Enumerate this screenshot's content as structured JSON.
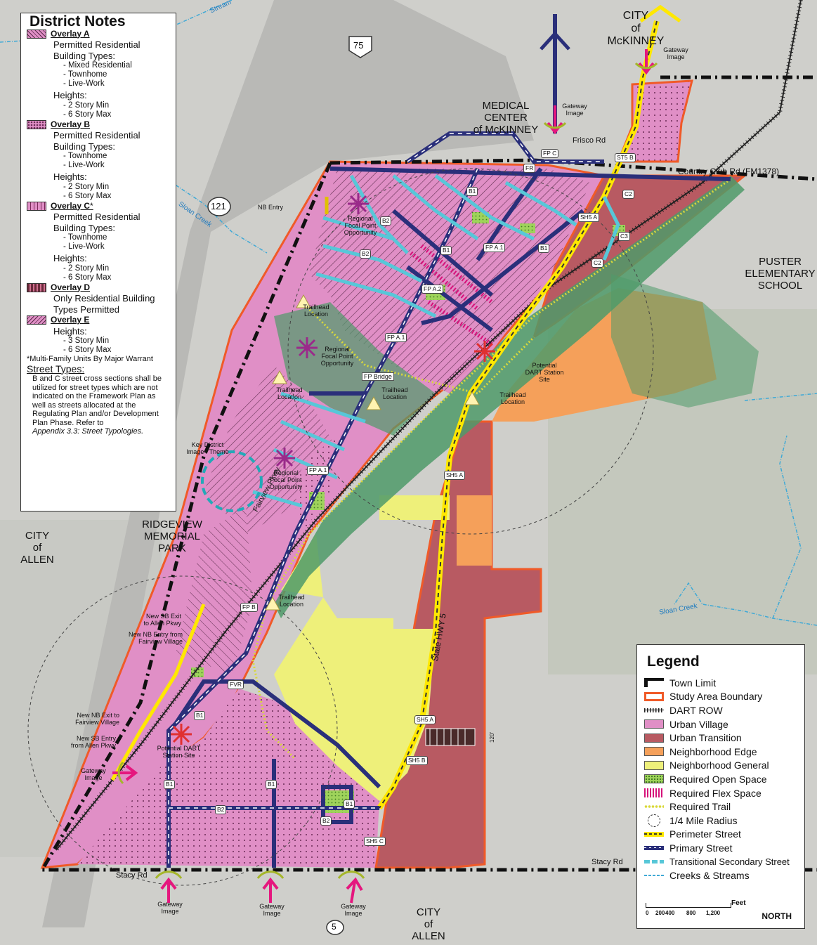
{
  "notes": {
    "title": "District Notes",
    "overlay_a": {
      "name": "Overlay A",
      "use": "Permitted Residential",
      "types_label": "Building Types:",
      "types": [
        "- Mixed Residential",
        "- Townhome",
        "- Live-Work"
      ],
      "heights_label": "Heights:",
      "heights": [
        "- 2 Story Min",
        "- 6 Story Max"
      ]
    },
    "overlay_b": {
      "name": "Overlay B",
      "use": "Permitted Residential",
      "types_label": "Building Types:",
      "types": [
        "- Townhome",
        "- Live-Work"
      ],
      "heights_label": "Heights:",
      "heights": [
        "- 2 Story Min",
        "- 6 Story Max"
      ]
    },
    "overlay_c": {
      "name": "Overlay C",
      "mark": "*",
      "use": "Permitted Residential",
      "types_label": "Building Types:",
      "types": [
        "- Townhome",
        "- Live-Work"
      ],
      "heights_label": "Heights:",
      "heights": [
        "- 2 Story Min",
        "- 6 Story Max"
      ]
    },
    "overlay_d": {
      "name": "Overlay D",
      "use_1": "Only Residential Building",
      "use_2": "Types Permitted"
    },
    "overlay_e": {
      "name": "Overlay E",
      "heights_label": "Heights:",
      "heights": [
        "- 3 Story Min",
        "- 6 Story Max"
      ]
    },
    "footnote": "*Multi-Family Units By Major Warrant",
    "street_types_title": "Street Types:",
    "street_types_text": "B and C street cross sections shall be utilized for street types which are not indicated on the Framework Plan as well as streets allocated at the Regulating Plan and/or Development Plan Phase.  Refer to",
    "street_types_ref": "Appendix 3.3: Street Typologies."
  },
  "legend": {
    "title": "Legend",
    "items": [
      {
        "label": "Town Limit",
        "color": "#111111"
      },
      {
        "label": "Study Area Boundary",
        "color": "#f05a28"
      },
      {
        "label": "DART ROW",
        "color": "#222222"
      },
      {
        "label": "Urban Village",
        "color": "#e08fc6"
      },
      {
        "label": "Urban Transition",
        "color": "#b85a62"
      },
      {
        "label": "Neighborhood Edge",
        "color": "#f5a05a"
      },
      {
        "label": "Neighborhood General",
        "color": "#eef07a"
      },
      {
        "label": "Required Open Space",
        "color": "#9fd35b"
      },
      {
        "label": "Required Flex Space",
        "color": "#d6127a"
      },
      {
        "label": "Required Trail",
        "color": "#d9d93a"
      },
      {
        "label": "1/4 Mile Radius",
        "color": "#333333"
      },
      {
        "label": "Perimeter Street",
        "color": "#ffe800"
      },
      {
        "label": "Primary Street",
        "color": "#2a2f7a"
      },
      {
        "label": "Transitional Secondary Street",
        "color": "#57c7d8"
      },
      {
        "label": "Creeks & Streams",
        "color": "#3fa9d6"
      }
    ],
    "scale_unit": "Feet",
    "scale_ticks": [
      "0",
      "200",
      "400",
      "800",
      "1,200"
    ],
    "north": "NORTH"
  },
  "places": {
    "mckinney_city": "CITY\nof\nMcKINNEY",
    "medical_center": "MEDICAL CENTER\nof McKINNEY",
    "puster": "PUSTER\nELEMENTARY\nSCHOOL",
    "allen_west": "CITY\nof\nALLEN",
    "allen_south": "CITY\nof\nALLEN",
    "ridgeview": "RIDGEVIEW\nMEMORIAL\nPARK"
  },
  "roads": {
    "frisco": "Frisco Rd",
    "country_club": "Country Club Rd (FM1378)",
    "stacy_w": "Stacy Rd",
    "stacy_e": "Stacy Rd",
    "fairview_pkwy": "Fairview Pkwy",
    "state_hwy5": "State HWY 5",
    "hwy75": "75",
    "hwy121": "121",
    "hwy5": "5"
  },
  "water": {
    "stream": "Stream",
    "sloan_w": "Sloan Creek",
    "sloan_e": "Sloan Creek"
  },
  "annotations": {
    "nb_entry": "NB Entry",
    "gateway": "Gateway\nImage",
    "regional_focal": "Regional\nFocal Point\nOpportunity",
    "trailhead": "Trailhead\nLocation",
    "dart_station": "Potential\nDART Station\nSite",
    "dart_station_sw": "Potential DART\nStation Site",
    "key_district": "Key District\nImage / Theme",
    "new_sb_exit": "New SB Exit\nto Allen Pkwy",
    "new_nb_entry": "New NB Entry from\nFairview Village",
    "new_nb_exit": "New NB Exit to\nFairview Village",
    "new_sb_entry": "New SB Entry\nfrom Allen Pkwy",
    "fp_bridge": "FP Bridge",
    "dim_120": "120'"
  },
  "street_tags": [
    "FP C",
    "FR",
    "ST5 B",
    "B1",
    "B2",
    "FP A.1",
    "FP A.2",
    "SH5 A",
    "C2",
    "C3",
    "FP B",
    "FVR",
    "SH5 B",
    "SH5 C"
  ]
}
